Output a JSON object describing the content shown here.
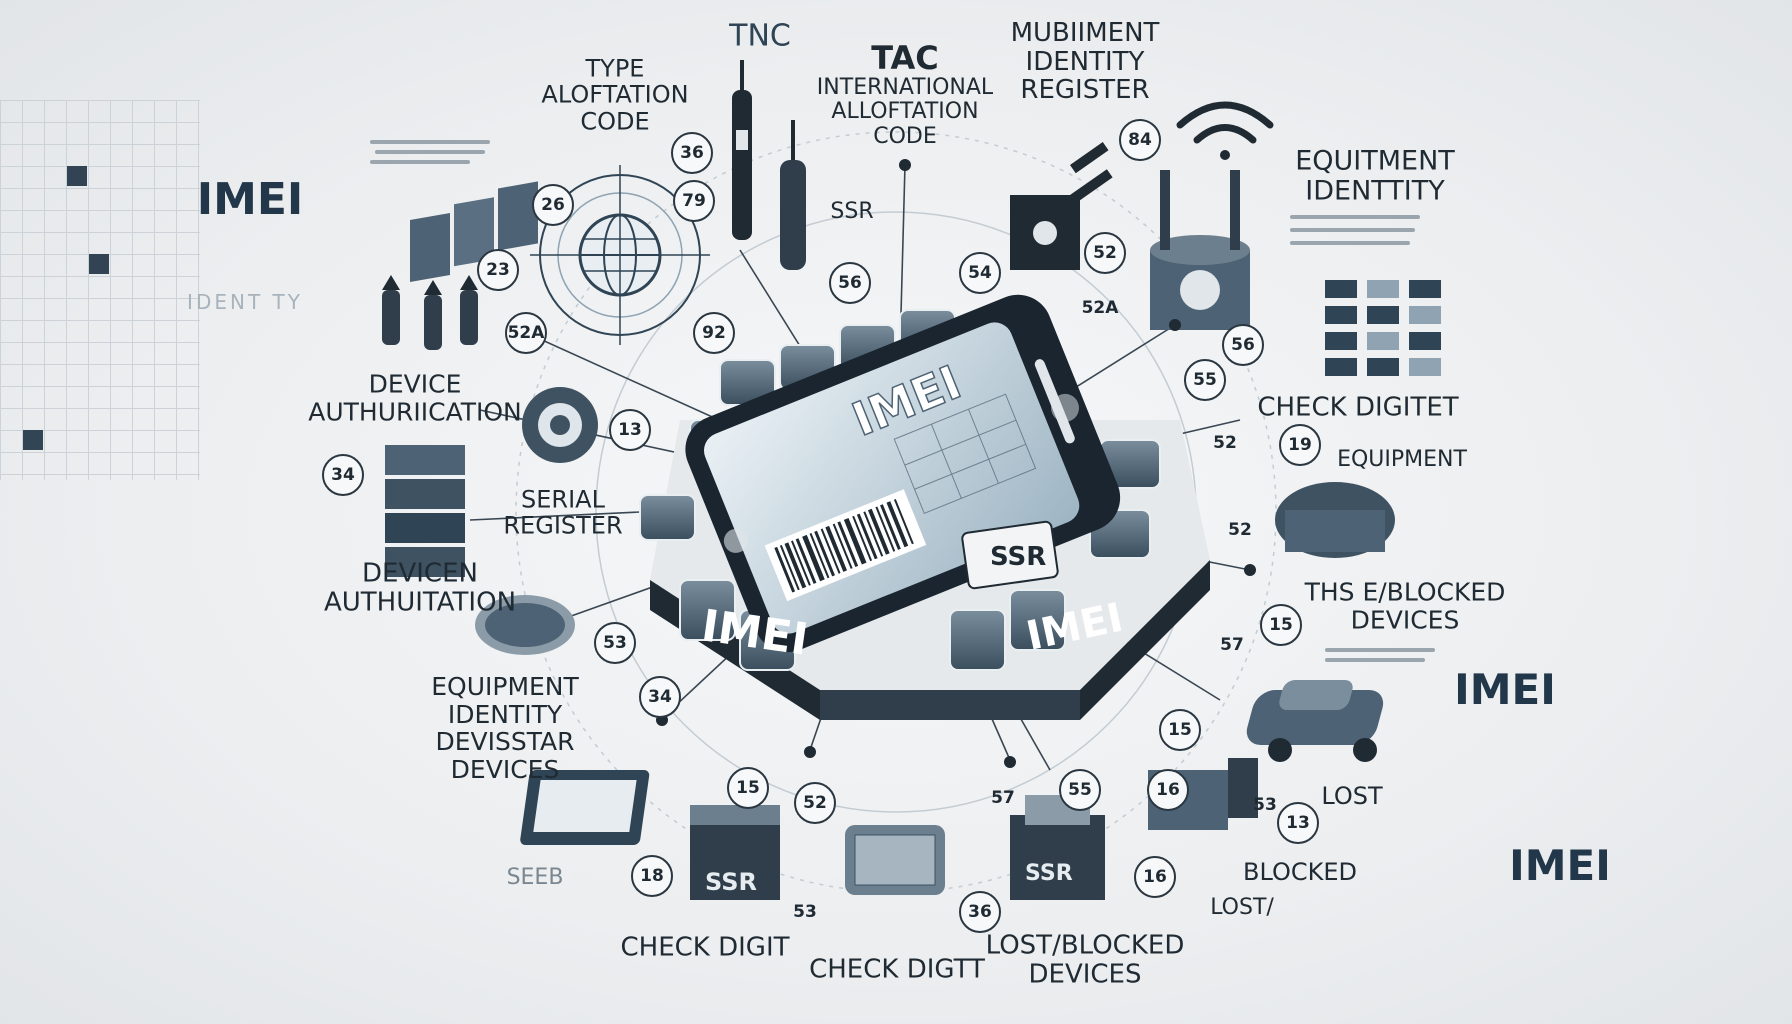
{
  "labels": {
    "imei_left": "IMEI",
    "identity_faded": "IDENT TY",
    "type_alloc": [
      "TYPE",
      "ALOFTATION",
      "CODE"
    ],
    "tnc": "TNC",
    "tac": [
      "TAC",
      "INTERNATIONAL",
      "ALLOFTATION",
      "CODE"
    ],
    "mub_register": [
      "MUBIIMENT",
      "IDENTITY",
      "REGISTER"
    ],
    "equip_identity": [
      "EQUITMENT",
      "IDENTTITY"
    ],
    "check_digitet": "CHECK DIGITET",
    "equipment": "EQUIPMENT",
    "blocked_devices_r": [
      "THS  E/BLOCKED",
      "DEVICES"
    ],
    "imei_right1": "IMEI",
    "lost": "LOST",
    "imei_right2": "IMEI",
    "blocked": "BLOCKED",
    "lost_slash": "LOST/",
    "lost_blocked": [
      "LOST/BLOCKED",
      "DEVICES"
    ],
    "check_digt": "CHECK DIGTT",
    "check_digit": "CHECK DIGIT",
    "seeb": "SEEB",
    "equip_identity_left": [
      "EQUIPMENT",
      "IDENTITY",
      "DEVISSTAR",
      "DEVICES"
    ],
    "devicen_auth": [
      "DEVICEN",
      "AUTHUITATION"
    ],
    "serial_register": [
      "SERIAL",
      "REGISTER"
    ],
    "device_auth": [
      "DEVICE",
      "AUTHURIICATION"
    ],
    "ssr": "SSR",
    "phone_screen": "IMEI",
    "base_imei_left": "IMEI",
    "base_imei_right": "IMEI",
    "chip_label": "SSR",
    "chip_label2": "SSR",
    "chip_label3": "SSR"
  },
  "badges": [
    "26",
    "23",
    "52A",
    "36",
    "79",
    "92",
    "56",
    "54",
    "52A",
    "52",
    "84",
    "56",
    "55",
    "52",
    "19",
    "13",
    "34",
    "53",
    "52",
    "15",
    "57",
    "15",
    "16",
    "57",
    "55",
    "36",
    "52",
    "53",
    "18",
    "13",
    "16",
    "53",
    "34",
    "15"
  ],
  "colors": {
    "ink": "#1f2a33",
    "steel": "#4d6274",
    "slate": "#2f4454",
    "light_slate": "#8fa3b2",
    "bg": "#eceef0"
  },
  "icons": [
    "globe-icon",
    "wifi-icon",
    "server-icon",
    "car-icon",
    "chip-icon",
    "smartphone-icon",
    "barcode-icon",
    "connector-icon",
    "router-icon",
    "tablet-icon"
  ]
}
